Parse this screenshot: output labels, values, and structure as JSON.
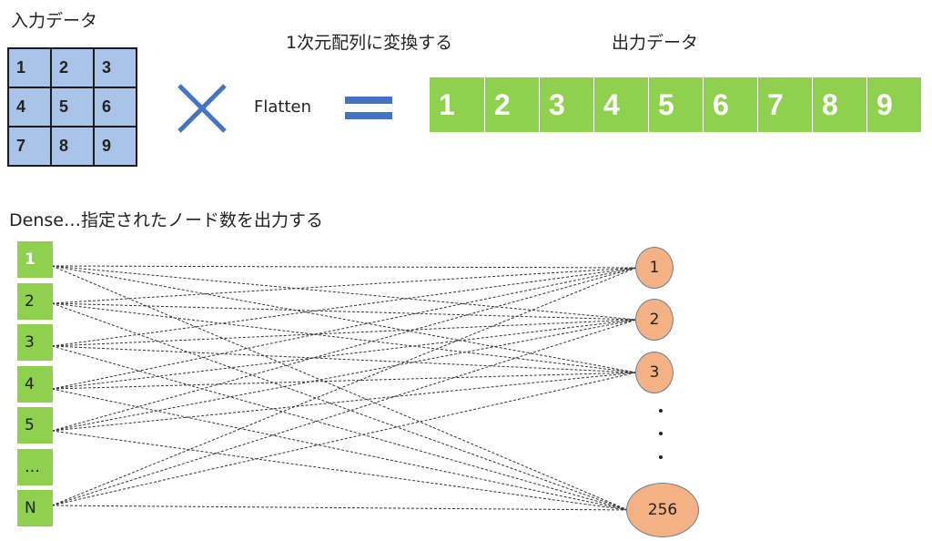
{
  "input_title": "入力データ",
  "convert_title": "1次元配列に変換する",
  "output_title": "出力データ",
  "operation_label": "Flatten",
  "input_matrix": [
    [
      "1",
      "2",
      "3"
    ],
    [
      "4",
      "5",
      "6"
    ],
    [
      "7",
      "8",
      "9"
    ]
  ],
  "flattened": [
    "1",
    "2",
    "3",
    "4",
    "5",
    "6",
    "7",
    "8",
    "9"
  ],
  "dense_caption": "Dense…指定されたノード数を出力する",
  "input_nodes": [
    "1",
    "2",
    "3",
    "4",
    "5",
    "…",
    "N"
  ],
  "output_nodes": [
    "1",
    "2",
    "3",
    "256"
  ],
  "colors": {
    "matrix_fill": "#a9c4e8",
    "flat_fill": "#8fd14f",
    "equals": "#4472c4",
    "times": "#4472c4",
    "output_node_fill": "#f4b183",
    "output_node_border": "#6b7f95"
  },
  "icons": {
    "times": "multiplication-sign-icon",
    "equals": "equals-sign-icon"
  }
}
